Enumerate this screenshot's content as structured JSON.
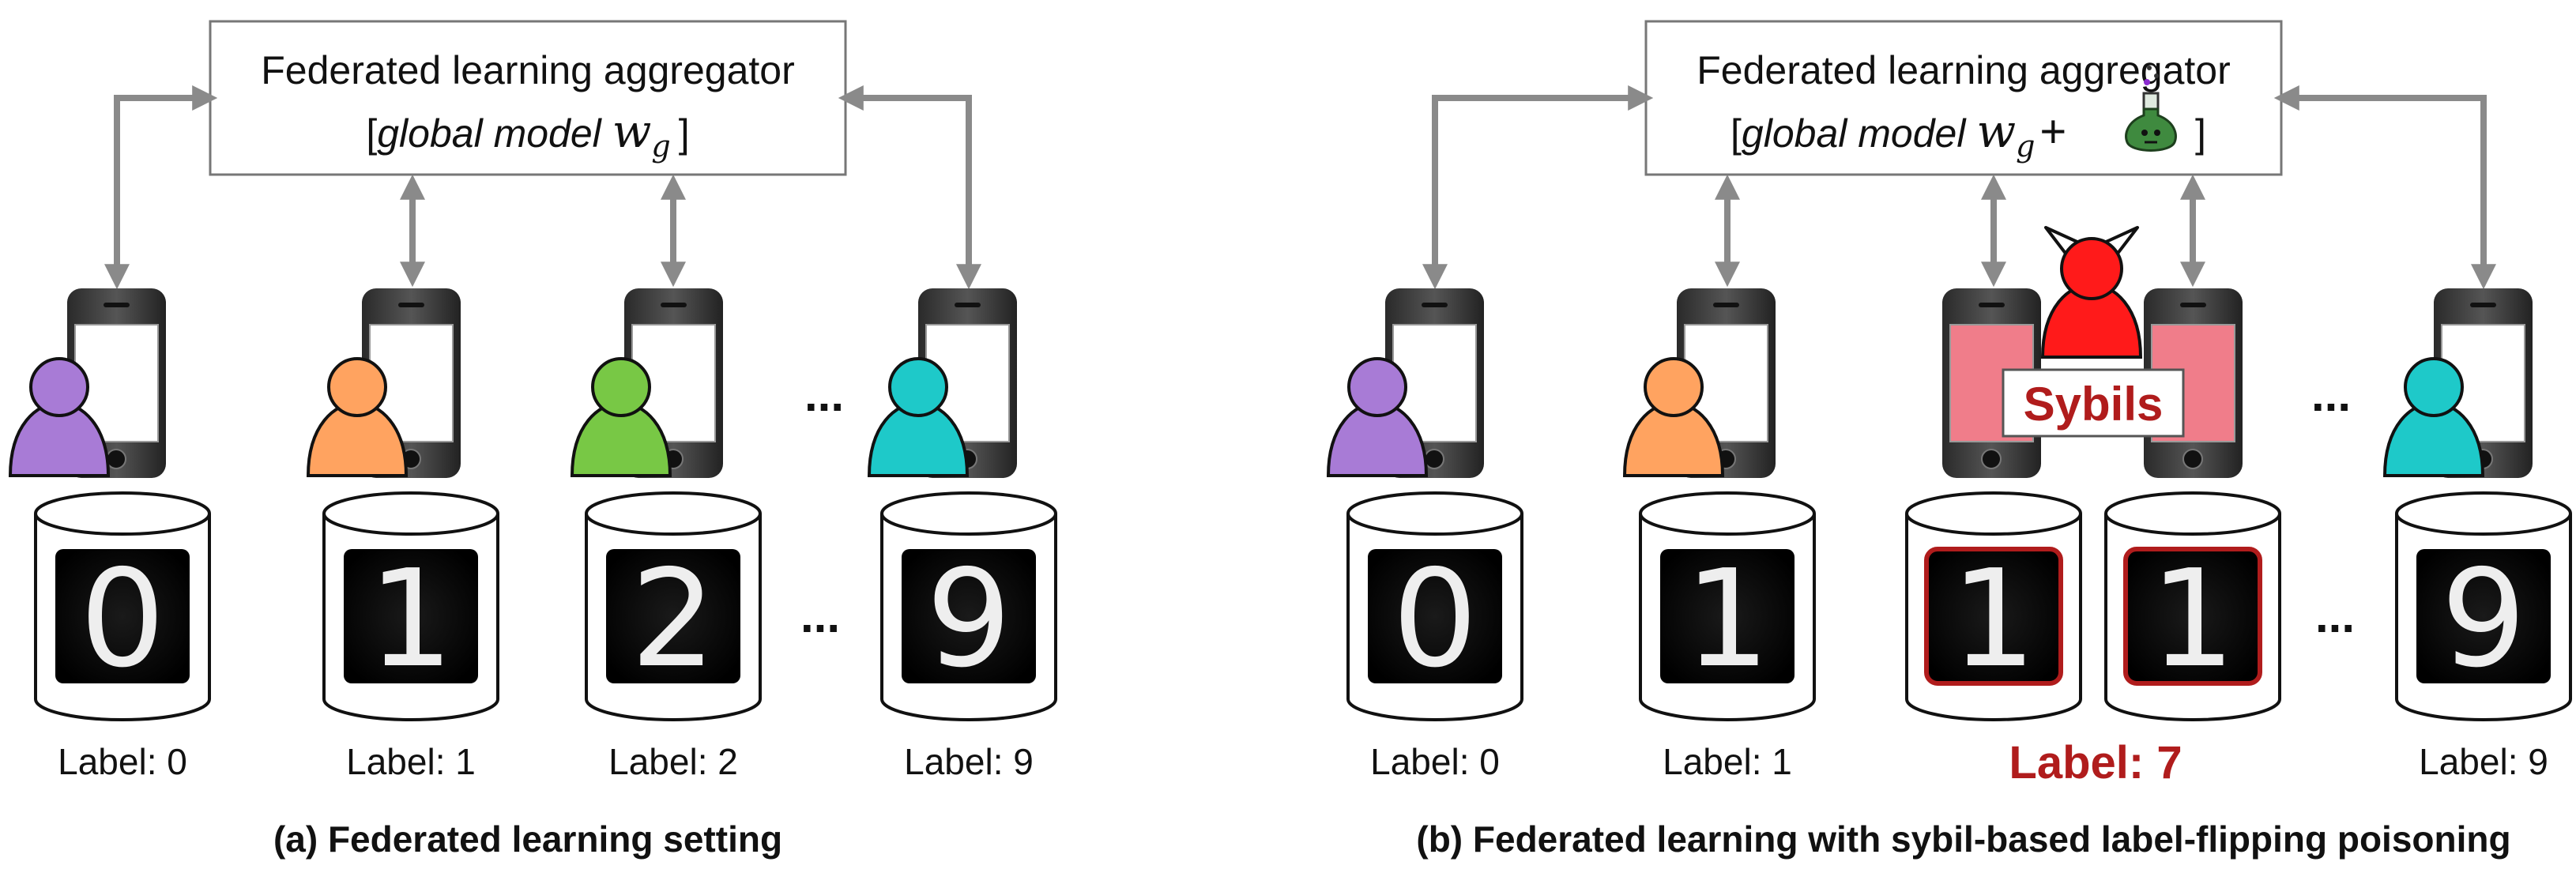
{
  "colors": {
    "arrow": "#8a8a8a",
    "box_border": "#777777",
    "sybil_red": "#b01c1c",
    "sybil_fill": "#f07d8a",
    "devil_red": "#ff1a1a",
    "purple": "#a87bd6",
    "orange": "#ffa360",
    "green": "#78c845",
    "teal": "#1ec9c9",
    "flask_green": "#3f8a3f"
  },
  "panel_a": {
    "aggregator_line1": "Federated learning aggregator",
    "aggregator_prefix": "[",
    "aggregator_italic": "global model",
    "aggregator_var": "w",
    "aggregator_sub": "g",
    "aggregator_suffix": "]",
    "clients": [
      {
        "person_color": "purple",
        "digit": "0",
        "label": "Label: 0"
      },
      {
        "person_color": "orange",
        "digit": "1",
        "label": "Label: 1"
      },
      {
        "person_color": "green",
        "digit": "2",
        "label": "Label: 2"
      },
      {
        "person_color": "teal",
        "digit": "9",
        "label": "Label: 9"
      }
    ],
    "ellipsis": "...",
    "caption": "(a) Federated learning setting"
  },
  "panel_b": {
    "aggregator_line1": "Federated learning aggregator",
    "aggregator_prefix": "[",
    "aggregator_italic": "global model",
    "aggregator_var": "w",
    "aggregator_sub": "g",
    "aggregator_plus": "+",
    "aggregator_suffix": "]",
    "poison_icon": "poison-flask-icon",
    "clients": [
      {
        "person_color": "purple",
        "digit": "0",
        "label": "Label: 0"
      },
      {
        "person_color": "orange",
        "digit": "1",
        "label": "Label: 1"
      },
      {
        "sybil": true,
        "digit": "1"
      },
      {
        "sybil": true,
        "digit": "1"
      },
      {
        "person_color": "teal",
        "digit": "9",
        "label": "Label: 9"
      }
    ],
    "sybils_label": "Sybils",
    "flipped_label": "Label: 7",
    "ellipsis": "...",
    "caption": "(b) Federated learning with sybil-based label-flipping poisoning"
  }
}
